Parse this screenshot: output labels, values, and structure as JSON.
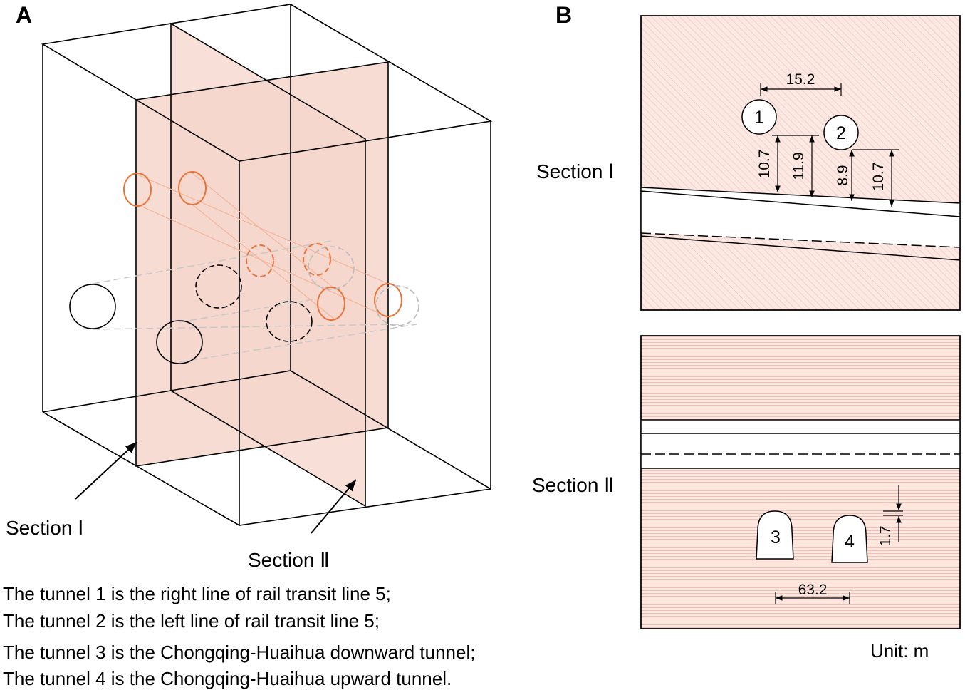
{
  "panels": {
    "a": {
      "letter": "A",
      "section1_label": "Section Ⅰ",
      "section2_label": "Section Ⅱ"
    },
    "b": {
      "letter": "B",
      "section1": {
        "label": "Section Ⅰ",
        "tunnel_labels": [
          "1",
          "2"
        ],
        "spacing": "15.2",
        "dims": [
          "10.7",
          "11.9",
          "8.9",
          "10.7"
        ]
      },
      "section2": {
        "label": "Section Ⅱ",
        "tunnel_labels": [
          "3",
          "4"
        ],
        "spacing": "63.2",
        "dim": "1.7"
      },
      "unit": "Unit: m"
    }
  },
  "captions": [
    "The tunnel 1 is the right line of rail transit  line 5;",
    "The tunnel 2 is the left line of rail transit line 5;",
    "The tunnel 3 is the Chongqing-Huaihua downward tunnel;",
    "The tunnel 4 is the Chongqing-Huaihua upward tunnel."
  ],
  "colors": {
    "section_fill": "#f8ddd5",
    "orange_tunnel": "#e8743a",
    "gray_tunnel": "#b8b8b8",
    "line": "#000000"
  }
}
